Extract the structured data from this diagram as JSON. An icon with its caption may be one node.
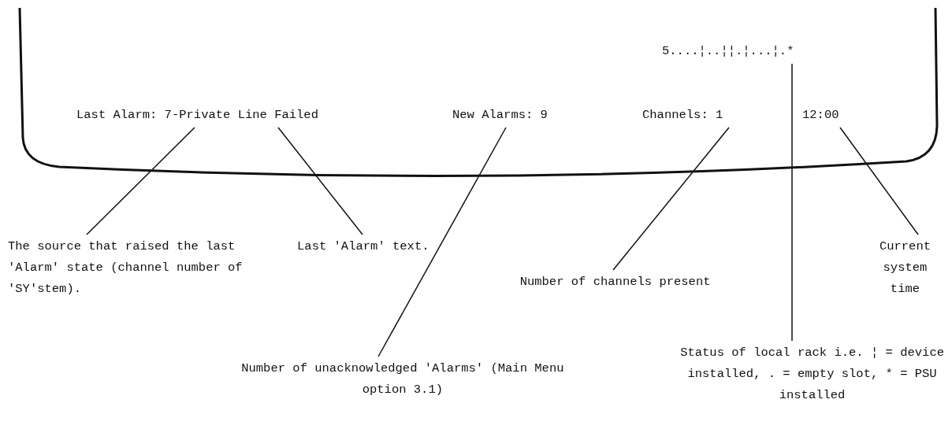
{
  "diagram": {
    "nodes": [
      {
        "text": [
          "Last Alarm: 7-Private Line Failed"
        ]
      },
      {
        "text": [
          "New Alarms: 9"
        ]
      },
      {
        "text": [
          "Channels: 1"
        ]
      },
      {
        "text": [
          "12:00"
        ]
      },
      {
        "text": [
          "5....¦..¦¦.¦...¦.*"
        ]
      },
      {
        "text": [
          "The source that raised the last 'Alarm' state (channel number of 'SY'stem)."
        ]
      },
      {
        "text": [
          "Last 'Alarm' text."
        ]
      },
      {
        "text": [
          "Number of unacknowledged 'Alarms' (Main Menu option 3.1)"
        ]
      },
      {
        "text": [
          "Number of channels present"
        ]
      },
      {
        "text": [
          "Status of local rack i.e. ¦ = device installed, . = empty slot, * = PSU installed"
        ]
      },
      {
        "text": [
          "Current system time"
        ]
      }
    ],
    "edges": [
      {
        "from": 5,
        "to": 0,
        "arrow": "none"
      },
      {
        "from": 6,
        "to": 0,
        "arrow": "none"
      },
      {
        "from": 7,
        "to": 1,
        "arrow": "none"
      },
      {
        "from": 8,
        "to": 2,
        "arrow": "none"
      },
      {
        "from": 9,
        "to": 4,
        "arrow": "none"
      },
      {
        "from": 10,
        "to": 3,
        "arrow": "none"
      }
    ]
  }
}
